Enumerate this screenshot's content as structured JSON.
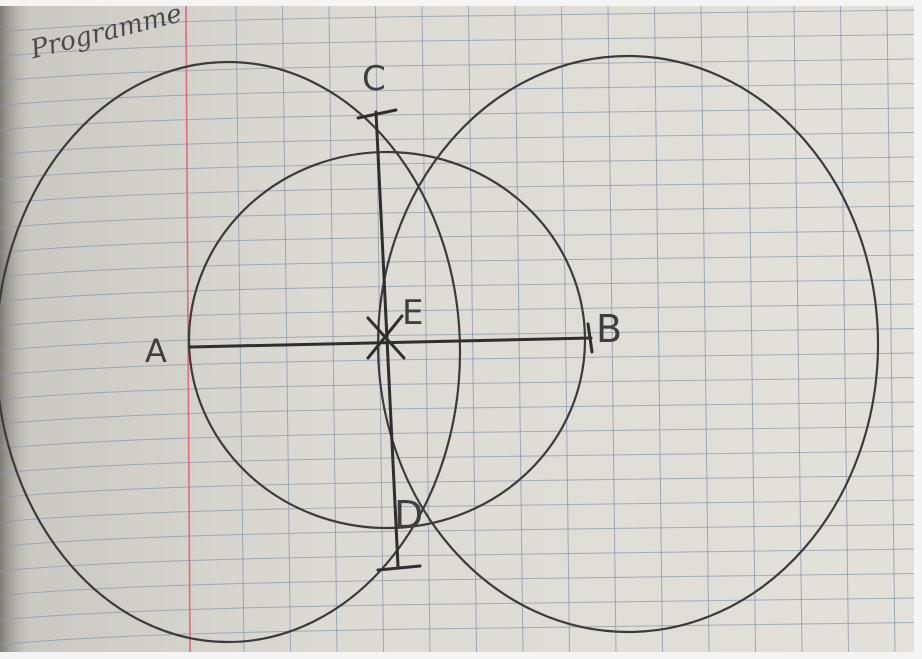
{
  "photo": {
    "subject": "notebook-geometry-construction",
    "heading": "Programme",
    "points": {
      "a": "A",
      "b": "B",
      "c": "C",
      "d": "D",
      "e": "E"
    }
  }
}
